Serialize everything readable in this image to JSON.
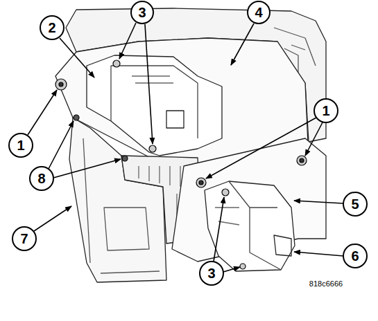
{
  "diagram": {
    "labels": [
      "2",
      "3",
      "4",
      "1",
      "1",
      "8",
      "5",
      "7",
      "6",
      "3",
      "818c6666"
    ]
  }
}
